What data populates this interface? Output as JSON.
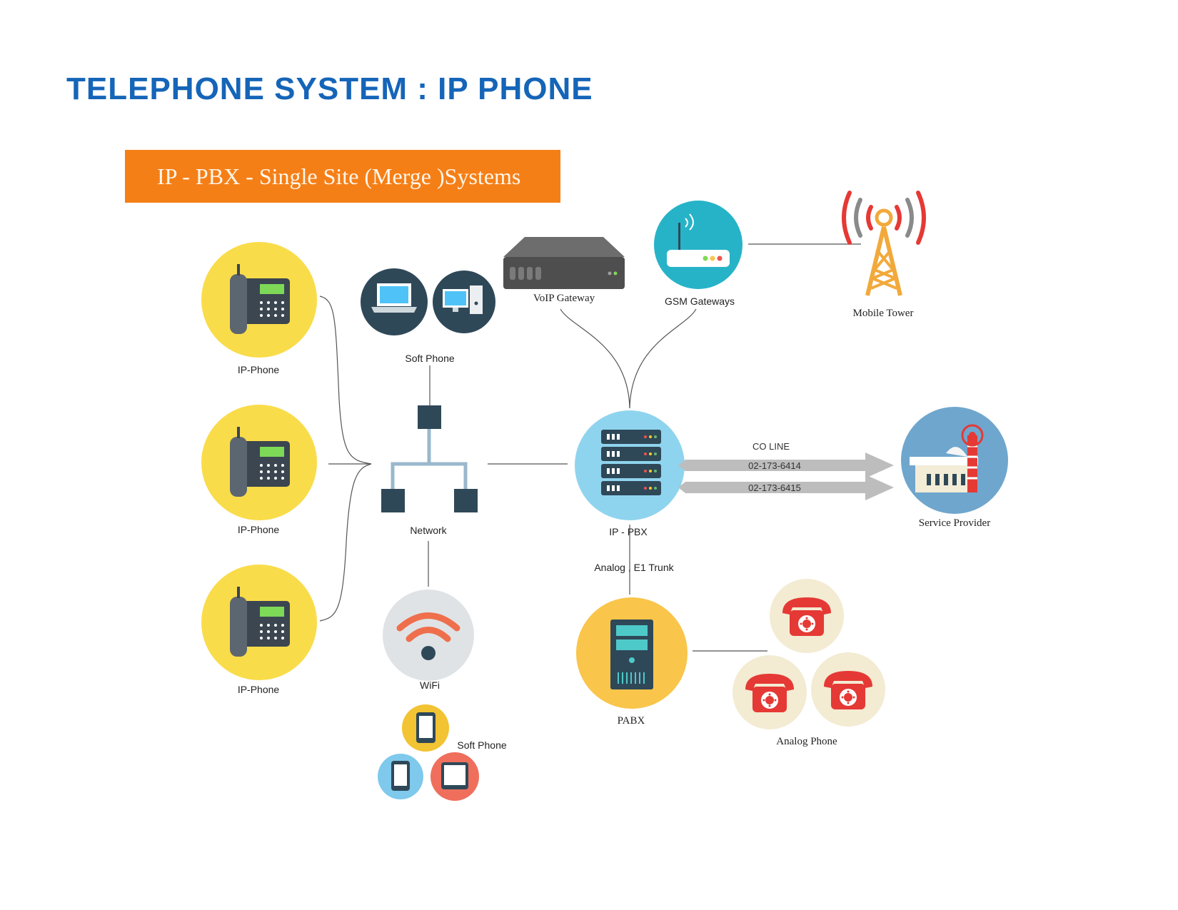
{
  "title": "TELEPHONE SYSTEM : IP PHONE",
  "banner": "IP - PBX - Single Site (Merge )Systems",
  "labels": {
    "ip_phone_1": "IP-Phone",
    "ip_phone_2": "IP-Phone",
    "ip_phone_3": "IP-Phone",
    "soft_phone_top": "Soft Phone",
    "voip_gateway": "VoIP Gateway",
    "gsm_gateways": "GSM Gateways",
    "mobile_tower": "Mobile Tower",
    "network": "Network",
    "ip_pbx": "IP - PBX",
    "co_line": "CO LINE",
    "line_1": "02-173-6414",
    "line_2": "02-173-6415",
    "service_provider": "Service Provider",
    "trunk": "Analog , E1 Trunk",
    "wifi": "WiFi",
    "pabx": "PABX",
    "analog_phone": "Analog Phone",
    "soft_phone_bottom": "Soft Phone"
  },
  "colors": {
    "title": "#1565b8",
    "banner_bg": "#f57f17",
    "ip_phone_circle": "#f9dc4a",
    "softphone_circle": "#2f4858",
    "gsm_circle": "#26b3c8",
    "pbx_circle": "#8fd4ee",
    "service_circle": "#6fa6cd",
    "wifi_circle": "#dfe3e6",
    "pabx_circle": "#f9c54a",
    "analog_circle": "#f3ebd2",
    "arrow": "#bdbdbd",
    "tower_red": "#e53935",
    "tower_orange": "#f2a93b"
  }
}
